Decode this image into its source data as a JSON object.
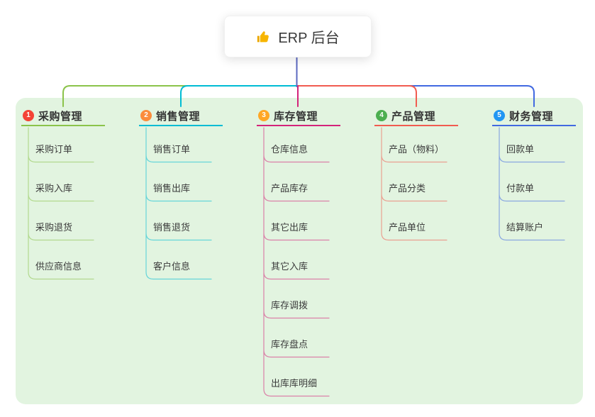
{
  "canvas": {
    "background": "#ffffff",
    "panel_color": "#e2f4e0",
    "root_connector_color": "#5b68c0"
  },
  "root": {
    "icon": "thumbs-up",
    "label": "ERP 后台"
  },
  "branches": [
    {
      "index": "1",
      "label": "采购管理",
      "color": "#8bc34a",
      "badge_color": "#f44336",
      "items": [
        "采购订单",
        "采购入库",
        "采购退货",
        "供应商信息"
      ]
    },
    {
      "index": "2",
      "label": "销售管理",
      "color": "#00bcd4",
      "badge_color": "#fb8c3c",
      "items": [
        "销售订单",
        "销售出库",
        "销售退货",
        "客户信息"
      ]
    },
    {
      "index": "3",
      "label": "库存管理",
      "color": "#d4237a",
      "badge_color": "#ffa726",
      "items": [
        "仓库信息",
        "产品库存",
        "其它出库",
        "其它入库",
        "库存调拨",
        "库存盘点",
        "出库库明细"
      ]
    },
    {
      "index": "4",
      "label": "产品管理",
      "color": "#f15b50",
      "badge_color": "#4caf50",
      "items": [
        "产品（物料）",
        "产品分类",
        "产品单位"
      ]
    },
    {
      "index": "5",
      "label": "财务管理",
      "color": "#4169e1",
      "badge_color": "#2196f3",
      "items": [
        "回款单",
        "付款单",
        "结算账户"
      ]
    }
  ]
}
